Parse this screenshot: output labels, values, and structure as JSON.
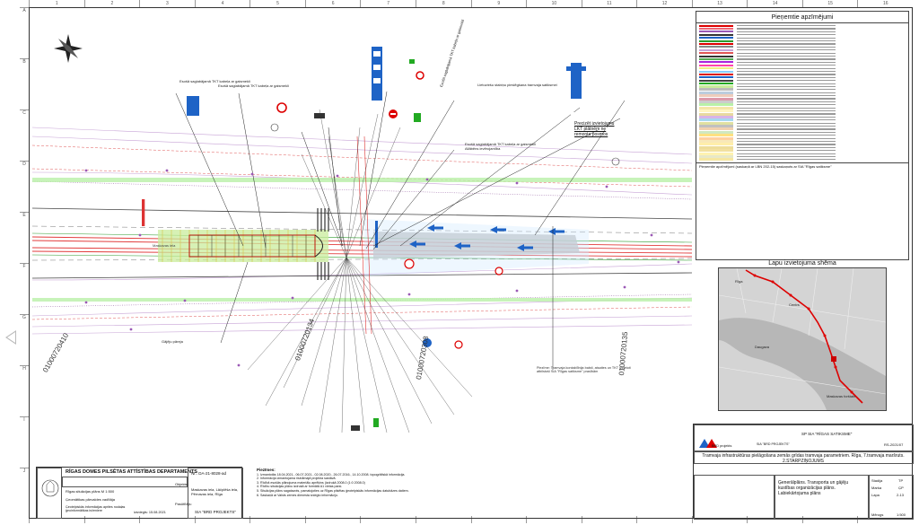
{
  "legend": {
    "title": "Pieņemtie apzīmējumi",
    "footer": "Pieņemtie apzīmējumi (saskaņā ar LBN 202-15) saskaņots ar SIA \"Rīgas satiksme\""
  },
  "map": {
    "title": "Lapu izvietojuma shēma",
    "labels": [
      "Rīga",
      "Centrs",
      "Daugava",
      "Maskavas forštate"
    ]
  },
  "drawing": {
    "annotations": [
      "Esošā saglabājamā TKT kabeļa ar gaismekli",
      "Esošā saglabājamā TKT kabeļa ar gaismekli",
      "Lietuviešu stabiņu pieslēgšana tramvaja satiksmei",
      "Esošā saglabājamā TKT kabeļa ar gaismekli",
      "Esošā saglabājamā TKT kabeļa ar gaismekli Allābēns ievērojamība",
      "Precizēt izvietojumu LKT plātnēm ne remonta posmos",
      "Gājēju pāreja"
    ],
    "street_name": "Maskavas iela",
    "cadastre": [
      "01000720410",
      "01000720134",
      "01000720308",
      "01000720135"
    ],
    "highlight_note": "Precizēt izvietojumu LKT plātnēm ne remonta posmos",
    "note_text": "Piezīme: Tramvaja kontaktlīnija balsti, atsaites un TKT izvietoti atbilstoši SIA \"Rīgas satiksme\" prasībām"
  },
  "stamp": {
    "dept": "RĪGAS DOMES PILSĒTAS ATTĪSTĪBAS DEPARTAMENTS",
    "line1": "Rīgas situācijas plāns M 1:500",
    "line2": "Ģeomātikas pārvaldes vadītāja",
    "line3": "Ģeotelpiskās informācijas aprites nodaļas ģeoinformātikas inženiere",
    "reg_no": "Nr.: DA-21-8028-ad",
    "object": "Maskavas iela, Lāčplēša iela, Pērnavas iela, Rīga",
    "author": "SIA \"BRD PROJEKTS\"",
    "date": "izsniegts: 15.08.2021",
    "row_labels": [
      "Objekts:",
      "Pasūtītājs:"
    ]
  },
  "notes": {
    "title": "Piezīmes:",
    "lines": [
      "1. Izmantotās 18.04.2021., 06.07.2021., 02.08.2020., 26.07.2016., 14.10.2008. topogrāfiskā informācija.",
      "2. Informācija izmantojama risināmajā projekta sastāvā.",
      "3. Rīcībā esošās plānojuma materiālu aprēķins (izdrukā 2008.0 (1:0 2008.0)",
      "4. Rīcību situācijas plānu izdrukā ar formātā A1 vietas parsi.",
      "5. Situācijas plāns sagatavots, pamatojoties uz Rīgas pilsētas ģeotelpiskās informācijas datubāzes datiem.",
      "6. Saskaņā ar Valsts zemes dienesta sniegto informāciju."
    ]
  },
  "title_block": {
    "client": "SP SIA \"RĪGAS SATIKSME\"",
    "designer": "SIA \"BRD PROJEKTS\"",
    "project": "Tramvaja infrastruktūras pielāgošana zemās grīdas tramvaja parametriem. Rīga, 7.tramvaja maršruts. 2.STARPZIŅOJUMS",
    "sheet_title": "Ģenerālplāns. Transporta un gājēju kustības organizācijas plāns. Labiekārtojuma plāns",
    "stage_label": "Stadija",
    "stage": "TP",
    "mark_label": "Marka",
    "mark": "ĢP",
    "sheet_label": "Lapa",
    "sheet": "2-13",
    "scale_label": "Mērogs",
    "scale": "1:500",
    "code": "RS-2021/07",
    "logo_text": "BRD projekts"
  }
}
